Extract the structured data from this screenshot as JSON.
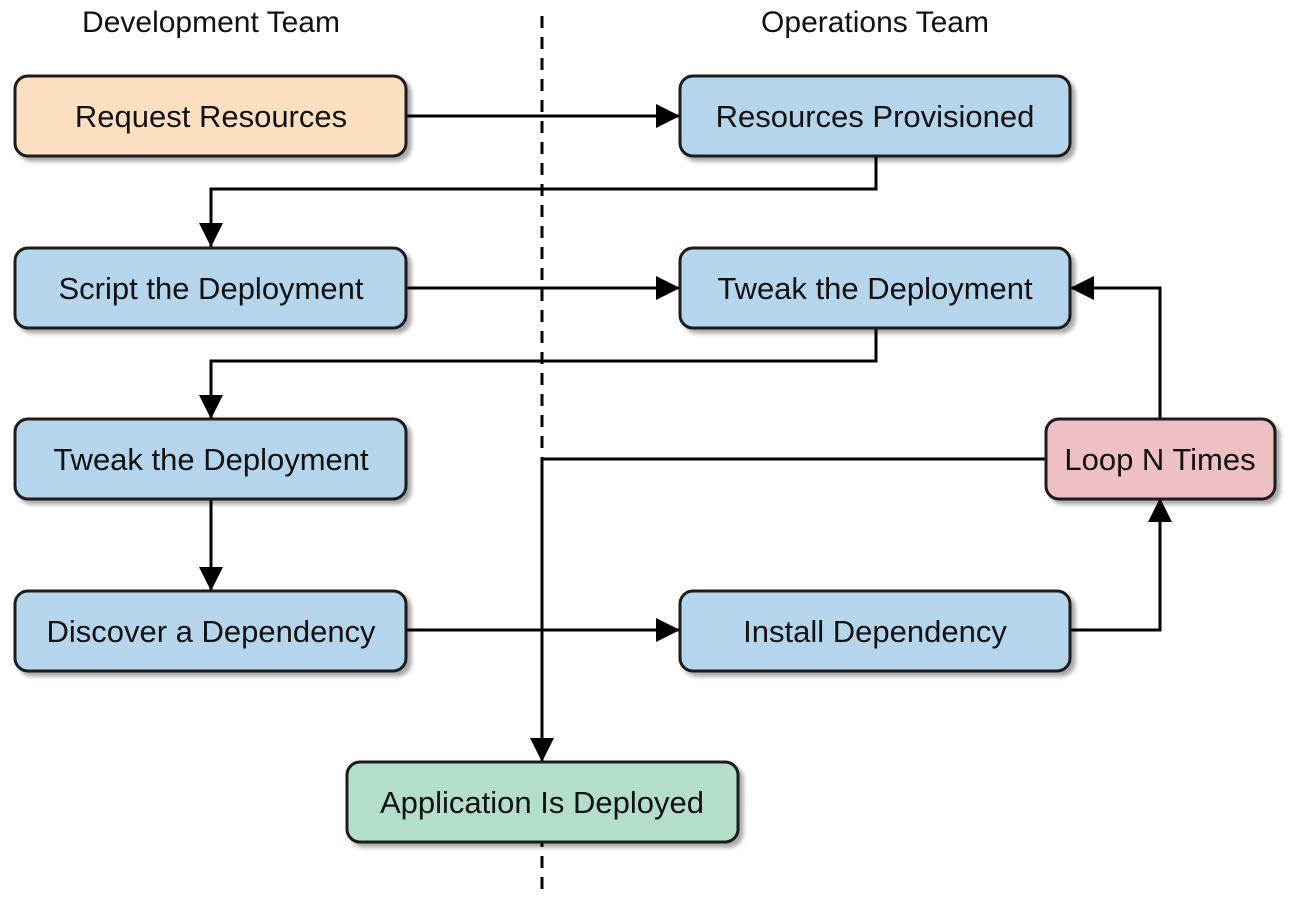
{
  "lanes": {
    "development": "Development Team",
    "operations": "Operations Team"
  },
  "colors": {
    "request": "#fde0c2",
    "process": "#b5d5ec",
    "loop": "#eec0c3",
    "deployed": "#b3dfca",
    "outline": "#1a1a1a",
    "edge": "#000000"
  },
  "nodes": {
    "request_resources": "Request Resources",
    "resources_provisioned": "Resources Provisioned",
    "script_deployment": "Script the Deployment",
    "tweak_deployment_ops": "Tweak the Deployment",
    "tweak_deployment_dev": "Tweak the Deployment",
    "loop_n_times": "Loop N Times",
    "discover_dependency": "Discover a Dependency",
    "install_dependency": "Install Dependency",
    "application_deployed": "Application Is Deployed"
  }
}
